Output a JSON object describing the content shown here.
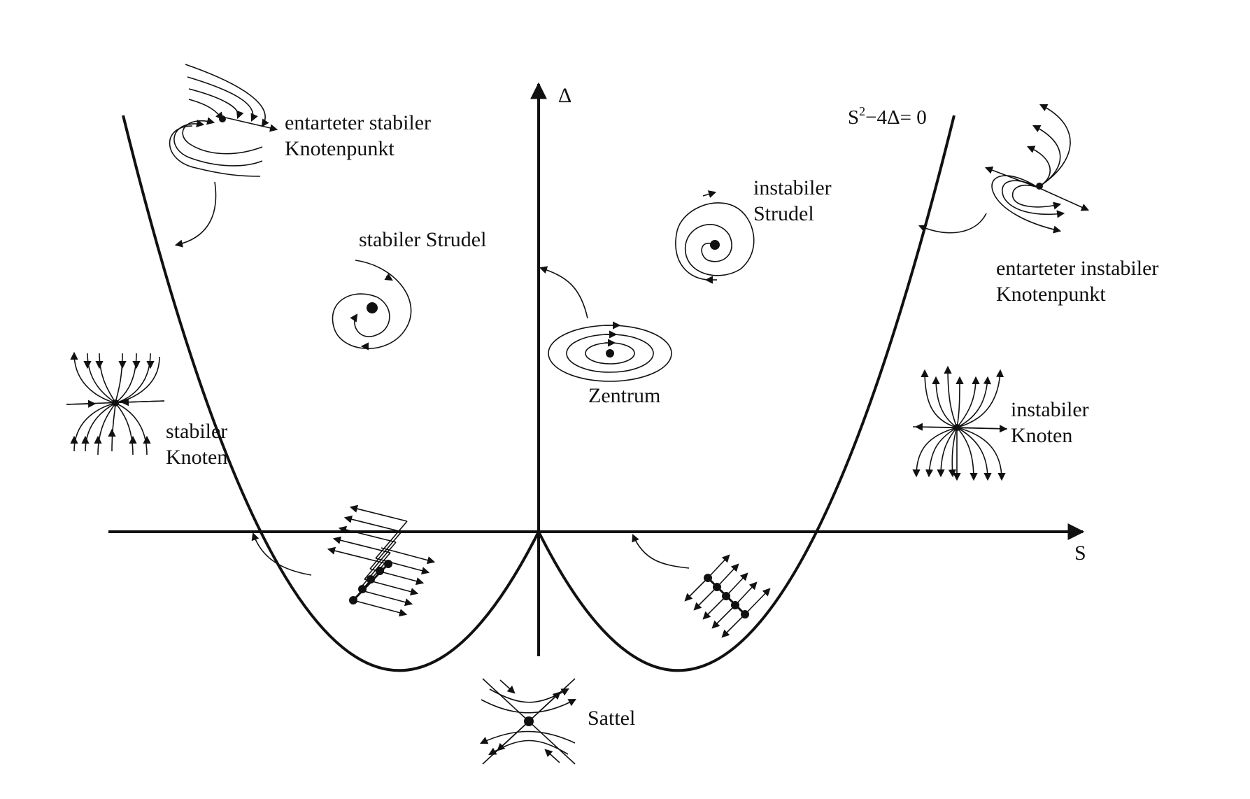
{
  "axes": {
    "x_label": "S",
    "y_label": "Δ"
  },
  "curve": {
    "equation_prefix": "S",
    "equation_exponent": "2",
    "equation_suffix": "−4Δ= 0"
  },
  "regions": {
    "degenerate_stable_node": {
      "line1": "entarteter stabiler",
      "line2": "Knotenpunkt"
    },
    "degenerate_unstable_node": {
      "line1": "entarteter instabiler",
      "line2": "Knotenpunkt"
    },
    "stable_spiral": {
      "line1": "stabiler Strudel"
    },
    "unstable_spiral": {
      "line1": "instabiler",
      "line2": "Strudel"
    },
    "center": {
      "line1": "Zentrum"
    },
    "stable_node": {
      "line1": "stabiler",
      "line2": "Knoten"
    },
    "unstable_node": {
      "line1": "instabiler",
      "line2": "Knoten"
    },
    "saddle": {
      "line1": "Sattel"
    }
  },
  "colors": {
    "ink": "#111111",
    "background": "#ffffff"
  }
}
